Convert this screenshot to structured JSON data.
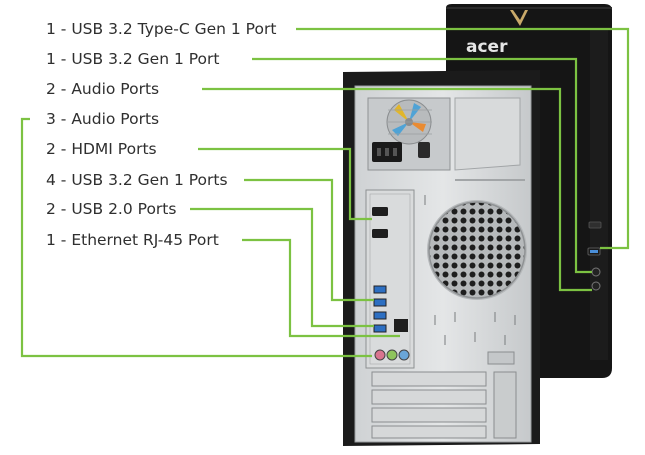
{
  "diagram": {
    "brand_logo": "acer",
    "accent_color": "#7cc242",
    "callouts": [
      {
        "count": "1",
        "label": "USB 3.2 Type-C Gen 1 Port"
      },
      {
        "count": "1",
        "label": "USB 3.2 Gen 1 Port"
      },
      {
        "count": "2",
        "label": "Audio Ports"
      },
      {
        "count": "3",
        "label": "Audio Ports"
      },
      {
        "count": "2",
        "label": "HDMI Ports"
      },
      {
        "count": "4",
        "label": "USB 3.2 Gen 1 Ports"
      },
      {
        "count": "2",
        "label": "USB 2.0 Ports"
      },
      {
        "count": "1",
        "label": "Ethernet RJ-45 Port"
      }
    ]
  }
}
